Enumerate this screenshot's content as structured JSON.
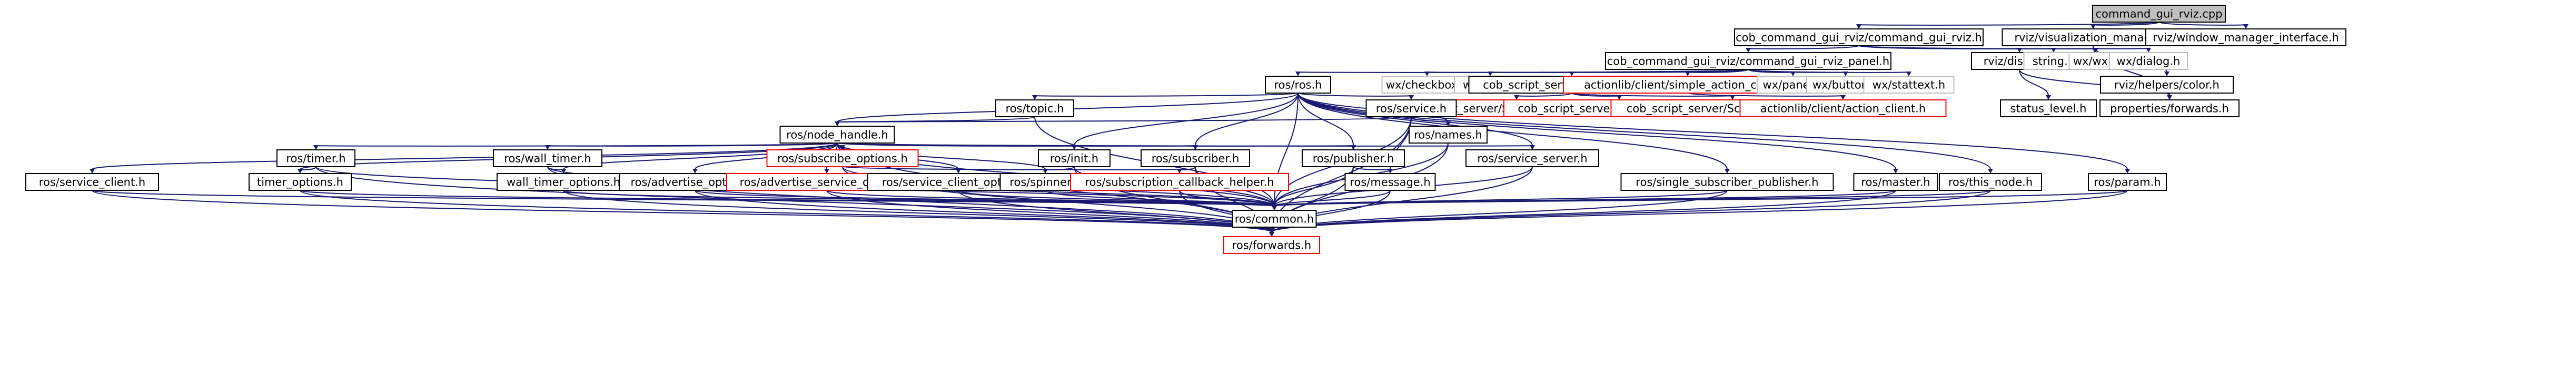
{
  "colors": {
    "root_fill": "#bfbfbf",
    "node_fill": "#ffffff",
    "node_border": "#000000",
    "missing_border": "#bfbfbf",
    "red_border": "#ff0000",
    "red_text": "#ff0000",
    "edge": "#191970"
  },
  "nodes": [
    {
      "id": "root",
      "label": "command_gui_rviz.cpp",
      "style": "root"
    },
    {
      "id": "cmdgui",
      "label": "cob_command_gui_rviz/command_gui_rviz.h",
      "style": "normal"
    },
    {
      "id": "vizmgr",
      "label": "rviz/visualization_manager.h",
      "style": "normal"
    },
    {
      "id": "winmgr",
      "label": "rviz/window_manager_interface.h",
      "style": "normal"
    },
    {
      "id": "panel",
      "label": "cob_command_gui_rviz/command_gui_rviz_panel.h",
      "style": "normal"
    },
    {
      "id": "rvdisplay",
      "label": "rviz/display.h",
      "style": "normal"
    },
    {
      "id": "string",
      "label": "string.h",
      "style": "missing"
    },
    {
      "id": "wxwx",
      "label": "wx/wx.h",
      "style": "missing"
    },
    {
      "id": "wxdialog",
      "label": "wx/dialog.h",
      "style": "missing"
    },
    {
      "id": "rvcolor",
      "label": "rviz/helpers/color.h",
      "style": "normal"
    },
    {
      "id": "rosros",
      "label": "ros/ros.h",
      "style": "normal"
    },
    {
      "id": "wxcheck",
      "label": "wx/checkbox.h",
      "style": "missing"
    },
    {
      "id": "wxsizer",
      "label": "wx/sizer.h",
      "style": "missing"
    },
    {
      "id": "scriptaction",
      "label": "cob_script_server/ScriptAction.h",
      "style": "normal"
    },
    {
      "id": "simpleclient",
      "label": "actionlib/client/simple_action_client.h",
      "style": "red"
    },
    {
      "id": "wxpanel",
      "label": "wx/panel.h",
      "style": "missing"
    },
    {
      "id": "wxbutton",
      "label": "wx/button.h",
      "style": "missing"
    },
    {
      "id": "wxstattext",
      "label": "wx/stattext.h",
      "style": "missing"
    },
    {
      "id": "statuslevel",
      "label": "status_level.h",
      "style": "normal"
    },
    {
      "id": "propfwd",
      "label": "properties/forwards.h",
      "style": "normal"
    },
    {
      "id": "fbmsg",
      "label": "cob_script_server/ScriptActionFeedback.h",
      "style": "red"
    },
    {
      "id": "goalmsg",
      "label": "cob_script_server/ScriptActionGoal.h",
      "style": "red"
    },
    {
      "id": "resmsg",
      "label": "cob_script_server/ScriptActionResult.h",
      "style": "red"
    },
    {
      "id": "actclient",
      "label": "actionlib/client/action_client.h",
      "style": "red"
    },
    {
      "id": "rostopic",
      "label": "ros/topic.h",
      "style": "normal"
    },
    {
      "id": "rosservice",
      "label": "ros/service.h",
      "style": "normal"
    },
    {
      "id": "nodehandle",
      "label": "ros/node_handle.h",
      "style": "normal"
    },
    {
      "id": "rosnames",
      "label": "ros/names.h",
      "style": "normal"
    },
    {
      "id": "rostimer",
      "label": "ros/timer.h",
      "style": "normal"
    },
    {
      "id": "walltimer",
      "label": "ros/wall_timer.h",
      "style": "normal"
    },
    {
      "id": "subopts",
      "label": "ros/subscribe_options.h",
      "style": "red"
    },
    {
      "id": "rosinit",
      "label": "ros/init.h",
      "style": "normal"
    },
    {
      "id": "rossub",
      "label": "ros/subscriber.h",
      "style": "normal"
    },
    {
      "id": "rospub",
      "label": "ros/publisher.h",
      "style": "normal"
    },
    {
      "id": "srvserver",
      "label": "ros/service_server.h",
      "style": "normal"
    },
    {
      "id": "srvclient",
      "label": "ros/service_client.h",
      "style": "normal"
    },
    {
      "id": "timeropts",
      "label": "timer_options.h",
      "style": "normal"
    },
    {
      "id": "walltimeropts",
      "label": "wall_timer_options.h",
      "style": "normal"
    },
    {
      "id": "advopts",
      "label": "ros/advertise_options.h",
      "style": "normal"
    },
    {
      "id": "advsrvopts",
      "label": "ros/advertise_service_options.h",
      "style": "red"
    },
    {
      "id": "srvclientopts",
      "label": "ros/service_client_options.h",
      "style": "normal"
    },
    {
      "id": "spinner",
      "label": "ros/spinner.h",
      "style": "normal"
    },
    {
      "id": "subcbhelper",
      "label": "ros/subscription_callback_helper.h",
      "style": "red"
    },
    {
      "id": "rosmsg",
      "label": "ros/message.h",
      "style": "normal"
    },
    {
      "id": "singlesubpub",
      "label": "ros/single_subscriber_publisher.h",
      "style": "normal"
    },
    {
      "id": "rosmaster",
      "label": "ros/master.h",
      "style": "normal"
    },
    {
      "id": "thisnode",
      "label": "ros/this_node.h",
      "style": "normal"
    },
    {
      "id": "rosparam",
      "label": "ros/param.h",
      "style": "normal"
    },
    {
      "id": "roscommon",
      "label": "ros/common.h",
      "style": "normal"
    },
    {
      "id": "rosfwd",
      "label": "ros/forwards.h",
      "style": "red"
    }
  ],
  "edges": [
    [
      "root",
      "cmdgui"
    ],
    [
      "root",
      "vizmgr"
    ],
    [
      "root",
      "winmgr"
    ],
    [
      "cmdgui",
      "panel"
    ],
    [
      "cmdgui",
      "rvdisplay"
    ],
    [
      "cmdgui",
      "string"
    ],
    [
      "cmdgui",
      "wxwx"
    ],
    [
      "cmdgui",
      "wxdialog"
    ],
    [
      "vizmgr",
      "rvcolor"
    ],
    [
      "vizmgr",
      "propfwd"
    ],
    [
      "panel",
      "rosros"
    ],
    [
      "panel",
      "wxcheck"
    ],
    [
      "panel",
      "wxsizer"
    ],
    [
      "panel",
      "scriptaction"
    ],
    [
      "panel",
      "simpleclient"
    ],
    [
      "panel",
      "wxpanel"
    ],
    [
      "panel",
      "wxbutton"
    ],
    [
      "panel",
      "wxstattext"
    ],
    [
      "rvdisplay",
      "statuslevel"
    ],
    [
      "rvdisplay",
      "propfwd"
    ],
    [
      "scriptaction",
      "fbmsg"
    ],
    [
      "scriptaction",
      "goalmsg"
    ],
    [
      "scriptaction",
      "resmsg"
    ],
    [
      "simpleclient",
      "actclient"
    ],
    [
      "rosros",
      "rostopic"
    ],
    [
      "rosros",
      "rosservice"
    ],
    [
      "rosros",
      "nodehandle"
    ],
    [
      "rosros",
      "rosnames"
    ],
    [
      "rosros",
      "rosinit"
    ],
    [
      "rosros",
      "rossub"
    ],
    [
      "rosros",
      "rospub"
    ],
    [
      "rosros",
      "srvserver"
    ],
    [
      "rosros",
      "singlesubpub"
    ],
    [
      "rosros",
      "rosmaster"
    ],
    [
      "rosros",
      "thisnode"
    ],
    [
      "rosros",
      "rosparam"
    ],
    [
      "rosros",
      "roscommon"
    ],
    [
      "rostopic",
      "nodehandle"
    ],
    [
      "rostopic",
      "roscommon"
    ],
    [
      "rosservice",
      "nodehandle"
    ],
    [
      "rosservice",
      "rosnames"
    ],
    [
      "rosservice",
      "rosmsg"
    ],
    [
      "rosservice",
      "roscommon"
    ],
    [
      "rosservice",
      "rosfwd"
    ],
    [
      "nodehandle",
      "rostimer"
    ],
    [
      "nodehandle",
      "walltimer"
    ],
    [
      "nodehandle",
      "subopts"
    ],
    [
      "nodehandle",
      "rosinit"
    ],
    [
      "nodehandle",
      "rossub"
    ],
    [
      "nodehandle",
      "rospub"
    ],
    [
      "nodehandle",
      "srvserver"
    ],
    [
      "nodehandle",
      "srvclient"
    ],
    [
      "nodehandle",
      "timeropts"
    ],
    [
      "nodehandle",
      "walltimeropts"
    ],
    [
      "nodehandle",
      "advopts"
    ],
    [
      "nodehandle",
      "advsrvopts"
    ],
    [
      "nodehandle",
      "srvclientopts"
    ],
    [
      "nodehandle",
      "spinner"
    ],
    [
      "nodehandle",
      "roscommon"
    ],
    [
      "nodehandle",
      "rosfwd"
    ],
    [
      "rosnames",
      "roscommon"
    ],
    [
      "rosnames",
      "rosfwd"
    ],
    [
      "rostimer",
      "timeropts"
    ],
    [
      "rostimer",
      "roscommon"
    ],
    [
      "rostimer",
      "rosfwd"
    ],
    [
      "walltimer",
      "walltimeropts"
    ],
    [
      "walltimer",
      "roscommon"
    ],
    [
      "walltimer",
      "rosfwd"
    ],
    [
      "subopts",
      "subcbhelper"
    ],
    [
      "subopts",
      "roscommon"
    ],
    [
      "subopts",
      "rosfwd"
    ],
    [
      "rosinit",
      "spinner"
    ],
    [
      "rosinit",
      "roscommon"
    ],
    [
      "rosinit",
      "rosfwd"
    ],
    [
      "rossub",
      "subcbhelper"
    ],
    [
      "rossub",
      "roscommon"
    ],
    [
      "rossub",
      "rosfwd"
    ],
    [
      "rospub",
      "rosmsg"
    ],
    [
      "rospub",
      "roscommon"
    ],
    [
      "rospub",
      "rosfwd"
    ],
    [
      "srvserver",
      "roscommon"
    ],
    [
      "srvserver",
      "rosfwd"
    ],
    [
      "srvclient",
      "roscommon"
    ],
    [
      "srvclient",
      "rosfwd"
    ],
    [
      "timeropts",
      "roscommon"
    ],
    [
      "timeropts",
      "rosfwd"
    ],
    [
      "walltimeropts",
      "roscommon"
    ],
    [
      "walltimeropts",
      "rosfwd"
    ],
    [
      "advopts",
      "roscommon"
    ],
    [
      "advopts",
      "rosfwd"
    ],
    [
      "advsrvopts",
      "roscommon"
    ],
    [
      "advsrvopts",
      "rosfwd"
    ],
    [
      "srvclientopts",
      "roscommon"
    ],
    [
      "srvclientopts",
      "rosfwd"
    ],
    [
      "spinner",
      "roscommon"
    ],
    [
      "subcbhelper",
      "roscommon"
    ],
    [
      "subcbhelper",
      "rosfwd"
    ],
    [
      "rosmsg",
      "roscommon"
    ],
    [
      "rosmsg",
      "rosfwd"
    ],
    [
      "singlesubpub",
      "roscommon"
    ],
    [
      "singlesubpub",
      "rosfwd"
    ],
    [
      "rosmaster",
      "roscommon"
    ],
    [
      "rosmaster",
      "rosfwd"
    ],
    [
      "thisnode",
      "roscommon"
    ],
    [
      "thisnode",
      "rosfwd"
    ],
    [
      "rosparam",
      "roscommon"
    ],
    [
      "rosparam",
      "rosfwd"
    ],
    [
      "roscommon",
      "rosfwd"
    ]
  ]
}
